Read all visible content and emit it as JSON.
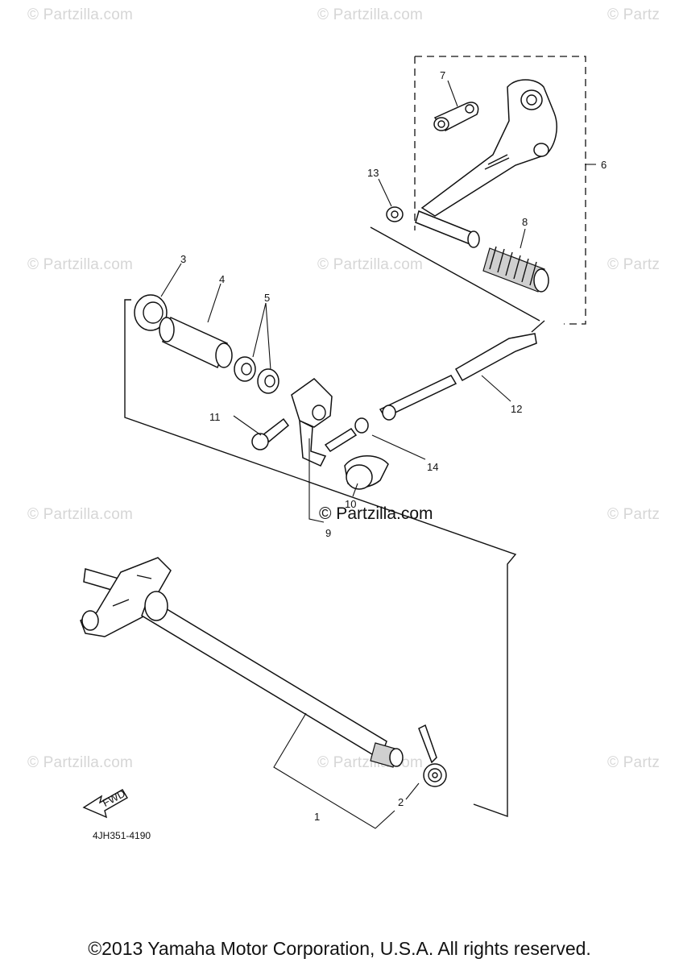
{
  "watermarks": [
    "© Partzilla.com",
    "© Partzilla.com",
    "© Partz",
    "© Partzilla.com",
    "© Partzilla.com",
    "© Partz",
    "© Partzilla.com",
    "© Partz",
    "© Partzilla.com",
    "© Partzilla.com",
    "© Partz"
  ],
  "center_watermark": "© Partzilla.com",
  "callouts": [
    "1",
    "2",
    "3",
    "4",
    "5",
    "6",
    "7",
    "8",
    "9",
    "10",
    "11",
    "12",
    "13",
    "14"
  ],
  "fwd_label": "FWD",
  "part_number": "4JH351-4190",
  "copyright": "©2013 Yamaha Motor Corporation, U.S.A. All rights reserved."
}
